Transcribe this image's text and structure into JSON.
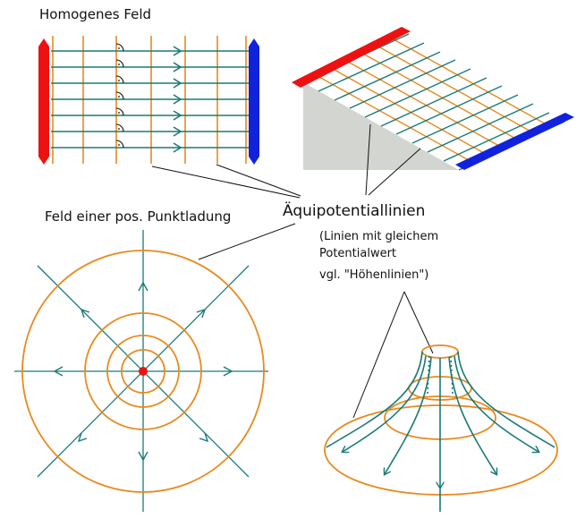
{
  "labels": {
    "homogeneous_field": "Homogenes Feld",
    "point_charge_field": "Feld einer pos. Punktladung",
    "equipotential_lines": "Äquipotentiallinien",
    "note_line1": "(Linien mit gleichem",
    "note_line2": "Potentialwert",
    "note_line3": "vgl. \"Höhenlinien\")"
  },
  "colors": {
    "positive_plate": "#ee1111",
    "negative_plate": "#1122dd",
    "field_line": "#1a7a78",
    "equipotential": "#e88a1e",
    "point_charge": "#ee1111",
    "surface_shadow": "#d3d6d0",
    "leader_line": "#111111"
  },
  "icons": {
    "right_angle_marker": "right-angle-icon",
    "arrowhead": "arrowhead-icon"
  }
}
